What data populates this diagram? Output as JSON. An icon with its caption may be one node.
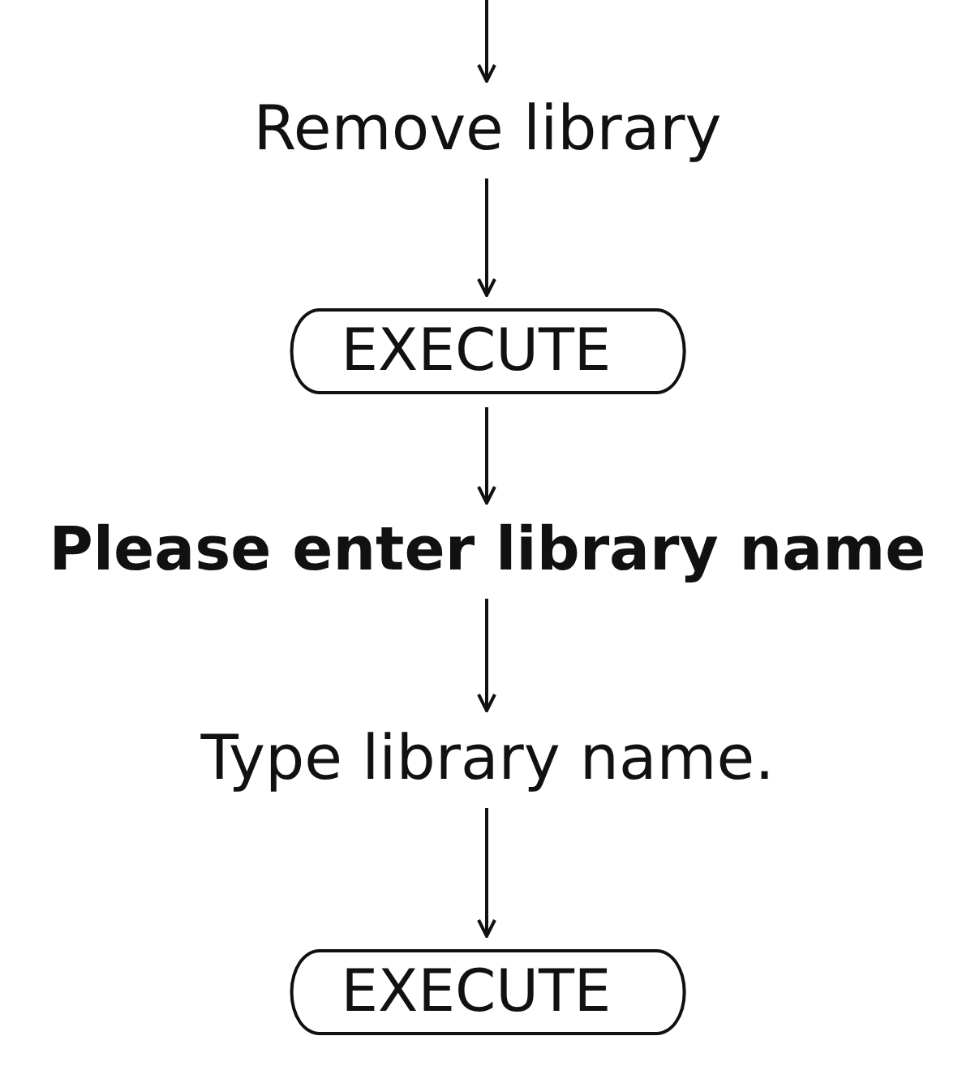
{
  "diagram": {
    "nodes": [
      {
        "text": [
          "Remove library"
        ]
      },
      {
        "text": [
          "EXECUTE"
        ]
      },
      {
        "text": [
          "Please enter library name"
        ]
      },
      {
        "text": [
          "Type library name."
        ]
      },
      {
        "text": [
          "EXECUTE"
        ]
      }
    ],
    "edges": [
      {
        "from": null,
        "to": 0,
        "arrow": "to"
      },
      {
        "from": 0,
        "to": 1,
        "arrow": "to"
      },
      {
        "from": 1,
        "to": 2,
        "arrow": "to"
      },
      {
        "from": 2,
        "to": 3,
        "arrow": "to"
      },
      {
        "from": 3,
        "to": 4,
        "arrow": "to"
      }
    ]
  }
}
